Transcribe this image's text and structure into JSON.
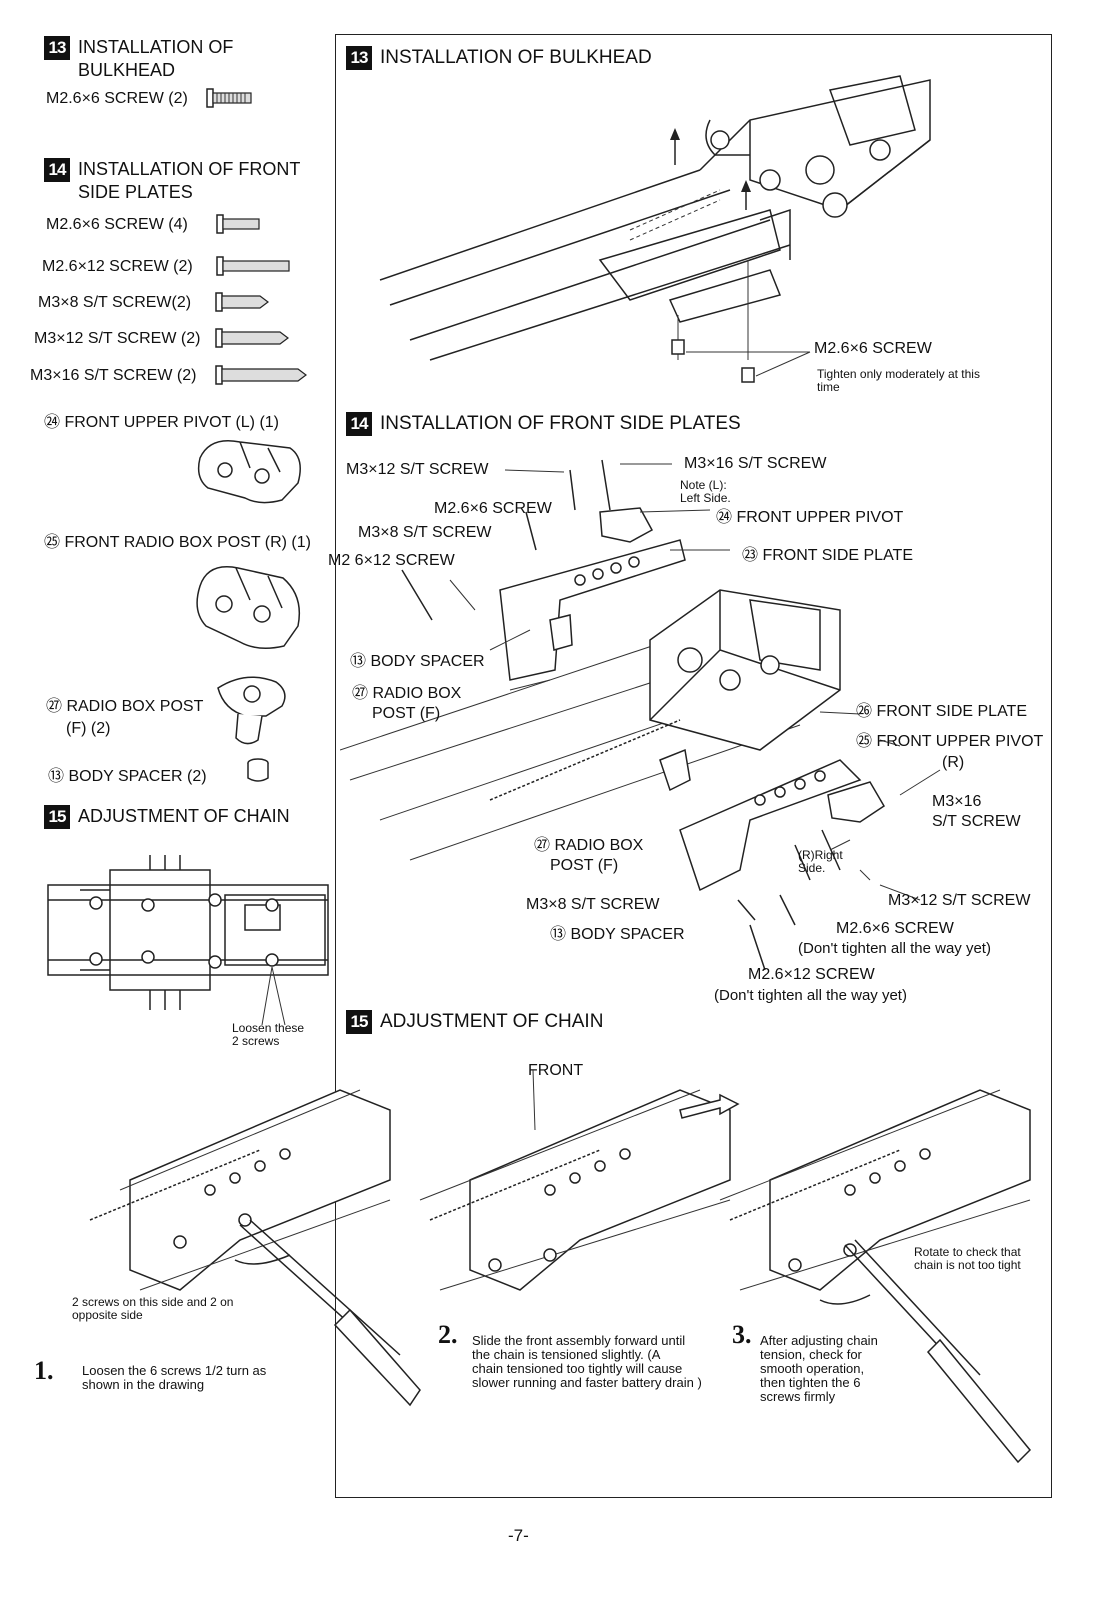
{
  "left": {
    "s13": {
      "num": "13",
      "title_line1": "INSTALLATION OF",
      "title_line2": "BULKHEAD",
      "parts": [
        "M2.6×6 SCREW (2)"
      ]
    },
    "s14": {
      "num": "14",
      "title_line1": "INSTALLATION OF FRONT",
      "title_line2": "SIDE PLATES",
      "parts": [
        "M2.6×6 SCREW (4)",
        "M2.6×12 SCREW (2)",
        "M3×8 S/T SCREW(2)",
        "M3×12 S/T SCREW (2)",
        "M3×16 S/T SCREW (2)"
      ],
      "items": [
        "㉔ FRONT UPPER PIVOT (L)   (1)",
        "㉕ FRONT RADIO BOX POST (R) (1)",
        "㉗ RADIO BOX POST",
        "(F)  (2)",
        "⑬ BODY SPACER (2)"
      ]
    },
    "s15": {
      "num": "15",
      "title": "ADJUSTMENT OF CHAIN",
      "loosen_note": [
        "Loosen these",
        "2 screws"
      ]
    }
  },
  "main": {
    "s13": {
      "num": "13",
      "title": "INSTALLATION OF BULKHEAD",
      "screw": "M2.6×6 SCREW",
      "note": [
        "Tighten only moderately at this",
        "time"
      ]
    },
    "s14": {
      "num": "14",
      "title": "INSTALLATION OF FRONT SIDE PLATES",
      "labels": {
        "m3x12_st": "M3×12 S/T SCREW",
        "m3x16_st": "M3×16  S/T SCREW",
        "note_l": [
          "Note (L):",
          "Left Side."
        ],
        "m26x6": "M2.6×6  SCREW",
        "fup_l": "㉔ FRONT UPPER PIVOT",
        "m3x8_st": "M3×8 S/T SCREW",
        "fsp_l": "㉓ FRONT SIDE PLATE",
        "m26x12": "M2 6×12 SCREW",
        "body_spacer_1": "⑬ BODY SPACER",
        "rbp_1": [
          "㉗  RADIO BOX",
          "POST (F)"
        ],
        "fsp_r": "㉖ FRONT SIDE PLATE",
        "fup_r": [
          "㉕ FRONT UPPER PIVOT",
          "(R)"
        ],
        "m3x16_r": [
          "M3×16",
          "S/T SCREW"
        ],
        "rbp_2": [
          "㉗ RADIO BOX",
          "POST (F)"
        ],
        "r_right": [
          "(R)Right",
          "Side."
        ],
        "m3x12_r": "M3×12 S/T SCREW",
        "m3x8_r": "M3×8 S/T SCREW",
        "body_spacer_2": "⑬ BODY SPACER",
        "m26x6_r": "M2.6×6 SCREW",
        "dont1": "(Don't tighten all the way yet)",
        "m26x12_r": "M2.6×12 SCREW",
        "dont2": "(Don't tighten all the way yet)"
      }
    },
    "s15": {
      "num": "15",
      "title": "ADJUSTMENT OF CHAIN",
      "front": "FRONT",
      "rotate_note": [
        "Rotate to check that",
        "chain is not too tight"
      ],
      "side_note": [
        "2 screws on this side and 2 on",
        "opposite side"
      ],
      "steps": [
        {
          "n": "1.",
          "text": [
            "Loosen the 6 screws 1/2 turn as",
            "shown in the drawing"
          ]
        },
        {
          "n": "2.",
          "text": [
            "Slide the front assembly forward until",
            "the chain is tensioned slightly. (A",
            "chain tensioned too tightly will cause",
            "slower running and faster battery drain )"
          ]
        },
        {
          "n": "3.",
          "text": [
            "After adjusting chain",
            "tension,  check  for",
            "smooth    operation,",
            "then  tighten  the  6",
            "screws firmly"
          ]
        }
      ]
    }
  },
  "page_number": "-7-"
}
